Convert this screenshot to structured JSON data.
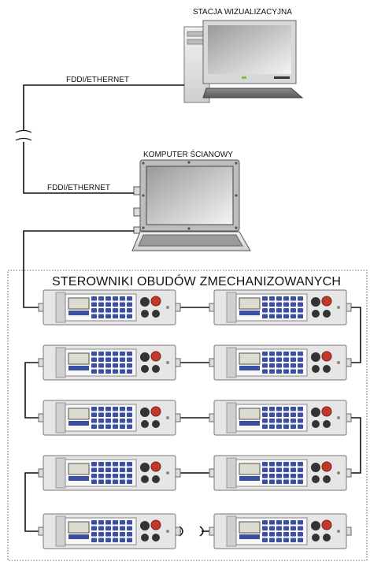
{
  "labels": {
    "station": "STACJA WIZUALIZACYJNA",
    "link_top": "FDDI/ETHERNET",
    "wall_computer": "KOMPUTER ŚCIANOWY",
    "link_bottom": "FDDI/ETHERNET",
    "controllers_group": "STEROWNIKI OBUDÓW ZMECHANIZOWANYCH"
  },
  "controllers": {
    "columns": 2,
    "rows": 5
  },
  "colors": {
    "line": "#111111",
    "device_body": "#e6e6e6",
    "keypad": "#3a4fa0",
    "display": "#dcdcd0",
    "knob_red": "#c0392b",
    "knob_dark": "#333333"
  }
}
